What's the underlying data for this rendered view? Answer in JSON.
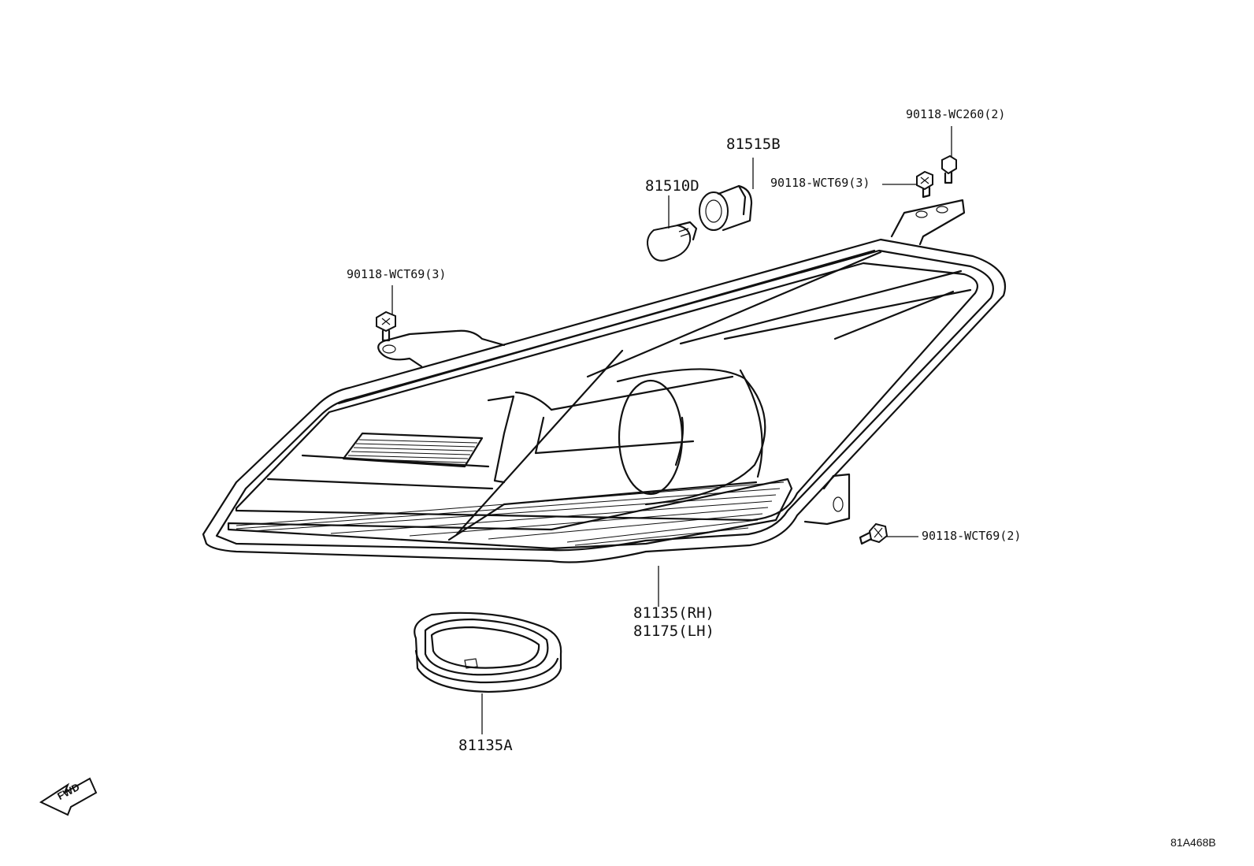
{
  "parts": {
    "bulb": "81510D",
    "socket": "81515B",
    "screw_top_right_a": "90118-WC260(2)",
    "screw_top_right_b": "90118-WCT69(3)",
    "screw_left": "90118-WCT69(3)",
    "screw_right": "90118-WCT69(2)",
    "headlamp_rh": "81135(RH)",
    "headlamp_lh": "81175(LH)",
    "cover_ring": "81135A"
  },
  "direction_marker": "FWD",
  "diagram_id": "81A468B",
  "colors": {
    "line": "#111111",
    "background": "#ffffff"
  }
}
